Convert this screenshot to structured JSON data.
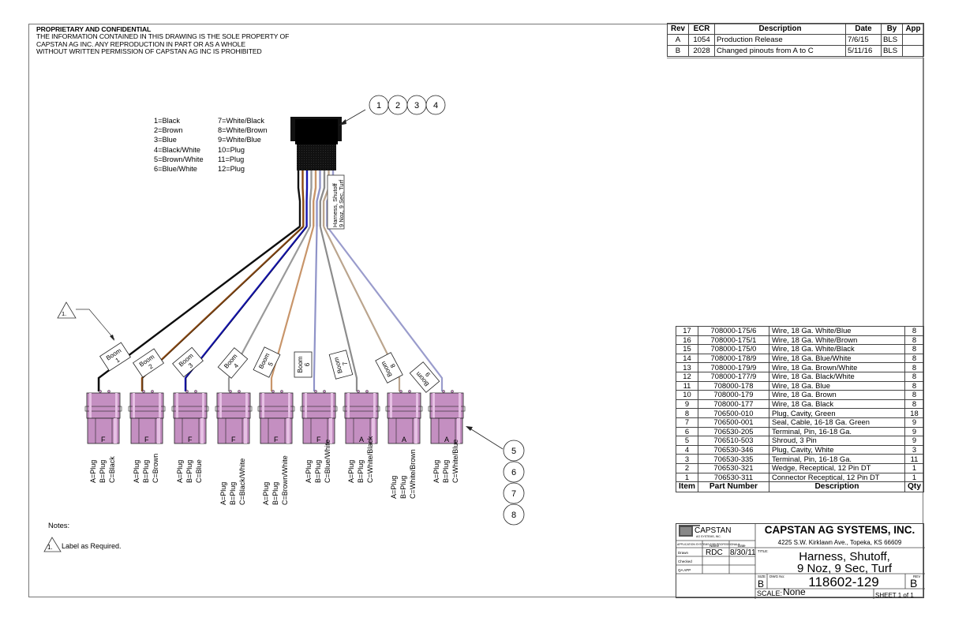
{
  "proprietary": {
    "title": "PROPRIETARY AND CONFIDENTIAL",
    "lines": [
      "THE INFORMATION CONTAINED IN THIS DRAWING IS THE SOLE PROPERTY OF",
      "CAPSTAN AG INC. ANY REPRODUCTION IN PART OR AS A WHOLE",
      "WITHOUT WRITTEN PERMISSION OF CAPSTAN AG INC IS PROHIBITED"
    ]
  },
  "revision_table": {
    "headers": [
      "Rev",
      "ECR",
      "Description",
      "Date",
      "By",
      "App"
    ],
    "rows": [
      [
        "A",
        "1054",
        "Production Release",
        "7/6/15",
        "BLS",
        ""
      ],
      [
        "B",
        "2028",
        "Changed pinouts from A to C",
        "5/11/16",
        "BLS",
        ""
      ]
    ]
  },
  "pin_legend": {
    "left": [
      "1=Black",
      "2=Brown",
      "3=Blue",
      "4=Black/White",
      "5=Brown/White",
      "6=Blue/White"
    ],
    "right": [
      "7=White/Black",
      "8=White/Brown",
      "9=White/Blue",
      "10=Plug",
      "11=Plug",
      "12=Plug"
    ]
  },
  "main_connector": {
    "balloons": [
      "1",
      "2",
      "3",
      "4"
    ],
    "label_line1": "Harness, Shutoff",
    "label_line2": "9 Noz, 9 Sec, Turf"
  },
  "note_callout": "1.",
  "booms": [
    {
      "label": "Boom",
      "num": "1",
      "wire_color": "#111111",
      "pin_letter": "F",
      "pinout": [
        "A=Plug",
        "B=Plug",
        "C=Black"
      ]
    },
    {
      "label": "Boom",
      "num": "2",
      "wire_color": "#8a4a14",
      "pin_letter": "F",
      "pinout": [
        "A=Plug",
        "B=Plug",
        "C=Brown"
      ]
    },
    {
      "label": "Boom",
      "num": "3",
      "wire_color": "#1515b0",
      "pin_letter": "F",
      "pinout": [
        "A=Plug",
        "B=Plug",
        "C=Blue"
      ]
    },
    {
      "label": "Boom",
      "num": "4",
      "wire_color": "#9a9a9a",
      "pin_letter": "F",
      "pinout": [
        "A=Plug",
        "B=Plug",
        "C=Black/White"
      ]
    },
    {
      "label": "Boom",
      "num": "5",
      "wire_color": "#c8956a",
      "pin_letter": "F",
      "pinout": [
        "A=Plug",
        "B=Plug",
        "C=Brown/White"
      ]
    },
    {
      "label": "Boom",
      "num": "6",
      "wire_color": "#8f93c8",
      "pin_letter": "F",
      "pinout": [
        "A=Plug",
        "B=Plug",
        "C=Blue/White"
      ]
    },
    {
      "label": "Boom",
      "num": "7",
      "wire_color": "#8c8c8c",
      "pin_letter": "A",
      "pinout": [
        "A=Plug",
        "B=Plug",
        "C=White/Black"
      ]
    },
    {
      "label": "Boom",
      "num": "8",
      "wire_color": "#bba58e",
      "pin_letter": "A",
      "pinout": [
        "A=Plug",
        "B=Plug",
        "C=White/Brown"
      ]
    },
    {
      "label": "Boom",
      "num": "9",
      "wire_color": "#9a9ccc",
      "pin_letter": "A",
      "pinout": [
        "A=Plug",
        "B=Plug",
        "C=White/Blue"
      ]
    }
  ],
  "boom_balloons": [
    "5",
    "6",
    "7",
    "8"
  ],
  "colors": {
    "connector_body": "#c48fc1",
    "connector_highlight": "#e6c1e4",
    "main_connector": "#111111"
  },
  "notes": {
    "heading": "Notes:",
    "items": [
      {
        "num": "1.",
        "text": "Label as Required."
      }
    ]
  },
  "bom": {
    "headers": [
      "Item",
      "Part Number",
      "Description",
      "Qty"
    ],
    "rows": [
      [
        "17",
        "708000-175/6",
        "Wire, 18 Ga. White/Blue",
        "8"
      ],
      [
        "16",
        "708000-175/1",
        "Wire, 18 Ga. White/Brown",
        "8"
      ],
      [
        "15",
        "708000-175/0",
        "Wire, 18 Ga. White/Black",
        "8"
      ],
      [
        "14",
        "708000-178/9",
        "Wire, 18 Ga. Blue/White",
        "8"
      ],
      [
        "13",
        "708000-179/9",
        "Wire, 18 Ga. Brown/White",
        "8"
      ],
      [
        "12",
        "708000-177/9",
        "Wire, 18 Ga. Black/White",
        "8"
      ],
      [
        "11",
        "708000-178",
        "Wire, 18 Ga. Blue",
        "8"
      ],
      [
        "10",
        "708000-179",
        "Wire, 18 Ga. Brown",
        "8"
      ],
      [
        "9",
        "708000-177",
        "Wire, 18 Ga. Black",
        "8"
      ],
      [
        "8",
        "706500-010",
        "Plug, Cavity, Green",
        "18"
      ],
      [
        "7",
        "706500-001",
        "Seal, Cable, 16-18 Ga. Green",
        "9"
      ],
      [
        "6",
        "706530-205",
        "Terminal, Pin, 16-18 Ga.",
        "9"
      ],
      [
        "5",
        "706510-503",
        "Shroud, 3 Pin",
        "9"
      ],
      [
        "4",
        "706530-346",
        "Plug, Cavity, White",
        "3"
      ],
      [
        "3",
        "706530-335",
        "Terminal, Pin, 16-18 Ga.",
        "11"
      ],
      [
        "2",
        "706530-321",
        "Wedge, Receptical, 12 Pin DT",
        "1"
      ],
      [
        "1",
        "706530-311",
        "Connector Receptical, 12 Pin DT",
        "1"
      ]
    ]
  },
  "title_block": {
    "logo_name": "CAPSTAN",
    "logo_sub": "AG SYSTEMS, INC.",
    "logo_tagline": "APPLICATION SYSTEMS FOR PROFESSIONALS",
    "company": "CAPSTAN AG SYSTEMS, INC.",
    "address": "4225 S.W. Kirklawn Ave., Topeka, KS 66609",
    "name_header": "Name",
    "date_header": "Date",
    "drawn_label": "Drawn",
    "drawn_name": "RDC",
    "drawn_date": "8/30/11",
    "checked_label": "Checked",
    "qa_label": "QA APP",
    "title_label": "TITLE:",
    "title_line1": "Harness, Shutoff,",
    "title_line2": "9 Noz, 9 Sec, Turf",
    "size_label": "SIZE",
    "size": "B",
    "dwg_label": "DWG No:",
    "dwg_no": "118602-129",
    "rev_label": "REV",
    "rev": "B",
    "scale_label": "SCALE:",
    "scale": "None",
    "sheet": "SHEET 1 of 1"
  }
}
